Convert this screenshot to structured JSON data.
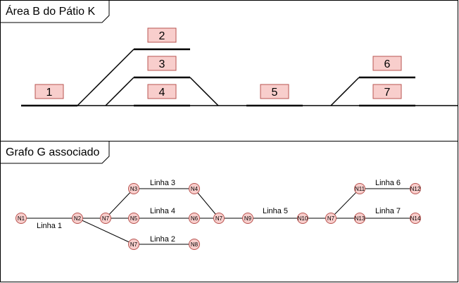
{
  "panels": {
    "top_title": "Área B do Pátio K",
    "bottom_title": "Grafo G associado"
  },
  "track_labels": [
    "1",
    "2",
    "3",
    "4",
    "5",
    "6",
    "7"
  ],
  "graph": {
    "nodes": [
      "N1",
      "N2",
      "N7",
      "N3",
      "N4",
      "N5",
      "N6",
      "N7",
      "N7",
      "N8",
      "N9",
      "N10",
      "N7",
      "N11",
      "N12",
      "N13",
      "N14"
    ],
    "line_labels": [
      "Linha 1",
      "Linha 2",
      "Linha 3",
      "Linha 4",
      "Linha 5",
      "Linha 6",
      "Linha 7"
    ]
  },
  "colors": {
    "label_fill": "#f8cecc",
    "label_stroke": "#b85450",
    "node_fill": "#f8cecc",
    "node_stroke": "#b85450"
  }
}
